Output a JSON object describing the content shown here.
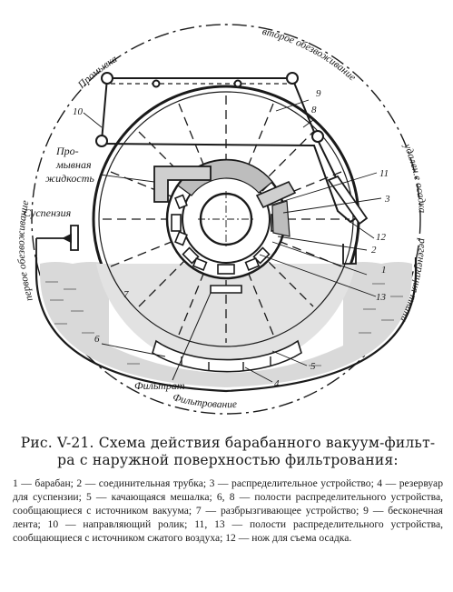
{
  "diagram": {
    "outer_labels": {
      "promyvka": "Промывка",
      "vtoroe": "второе обезвоживание",
      "udalenie": "удален.е осадка",
      "regeneratsiya": "регенерация ткани",
      "filtrovanie": "Фильтрование",
      "pervoe": "первое обезвоживание"
    },
    "inner_labels": {
      "promyvnaya": [
        "Про-",
        "мывная",
        "жидкость"
      ],
      "suspenziya": "Суспензия",
      "filtrat": "Фильтрат"
    },
    "numbers": [
      "1",
      "2",
      "3",
      "4",
      "5",
      "6",
      "7",
      "8",
      "9",
      "10",
      "11",
      "12",
      "13"
    ]
  },
  "caption": {
    "title_line1": "Рис. V-21. Схема действия барабанного вакуум-фильт-",
    "title_line2": "ра с наружной поверхностью фильтрования:"
  },
  "legend": {
    "text": "1 — барабан; 2 — соединительная трубка; 3 — распределительное устройство; 4 — резервуар для суспензии; 5 — качающаяся мешалка; 6, 8 — полости распределительного устройства, сообщающиеся с источником вакуума; 7 — разбрызгивающее устройство; 9 — бесконечная лента; 10 — направляющий ролик; 11, 13 — полости распределительного устройства, сообщающиеся с источником сжатого воздуха; 12 — нож для съема осадка."
  }
}
